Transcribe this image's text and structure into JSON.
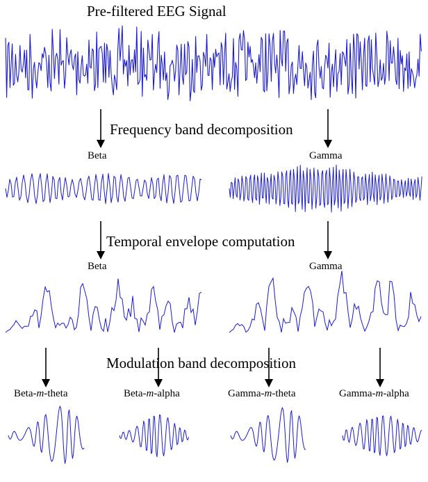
{
  "stages": {
    "input_title": "Pre-filtered EEG Signal",
    "step1": "Frequency band decomposition",
    "step2": "Temporal envelope computation",
    "step3": "Modulation band decomposition"
  },
  "bands": {
    "beta": "Beta",
    "gamma": "Gamma"
  },
  "modulation": {
    "beta_theta": {
      "prefix": "Beta-",
      "m": "m",
      "suffix": "-theta"
    },
    "beta_alpha": {
      "prefix": "Beta-",
      "m": "m",
      "suffix": "-alpha"
    },
    "gamma_theta": {
      "prefix": "Gamma-",
      "m": "m",
      "suffix": "-theta"
    },
    "gamma_alpha": {
      "prefix": "Gamma-",
      "m": "m",
      "suffix": "-alpha"
    }
  },
  "colors": {
    "signal": "#1a1acc",
    "arrow": "#000000"
  }
}
